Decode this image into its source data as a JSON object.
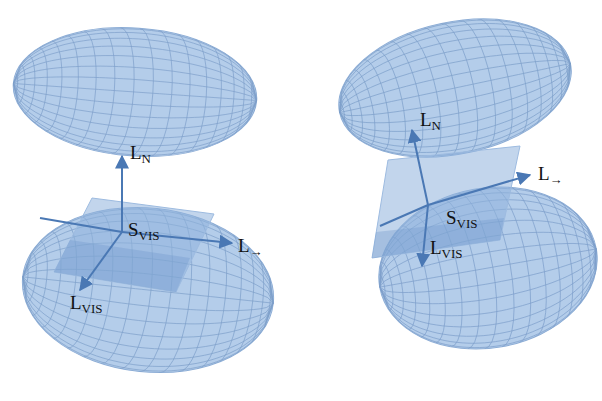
{
  "diagram": {
    "labels": [
      "LN",
      "L→",
      "SVIS",
      "LVIS",
      "LN",
      "L→",
      "SVIS",
      "LVIS"
    ]
  }
}
